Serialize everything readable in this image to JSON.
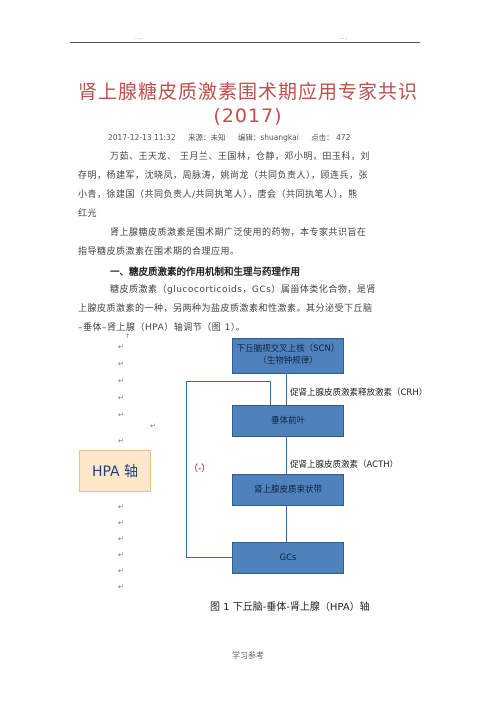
{
  "header": {
    "mark_left": ". ..",
    "mark_right": ".. ."
  },
  "doc": {
    "title_line1": "肾上腺糖皮质激素围术期应用专家共识",
    "title_line2": "(2017)",
    "meta": {
      "date": "2017-12-13 11:32",
      "source": "来源：未知",
      "editor": "编辑：shuangkai",
      "hits": "点击： 472"
    },
    "authors": [
      "万茹、王天龙、 王月兰、王国林，仓静，邓小明，田玉科，刘",
      "存明，杨建军，沈晓凤，周脉涛，姚尚龙（共同负责人），顾连兵，张",
      "小青，徐建国（共同负责人/共同执笔人），唐会（共同执笔人），熊",
      "红光"
    ],
    "intro": [
      "肾上腺糖皮质激素是围术期广泛使用的药物，本专家共识旨在",
      "指导糖皮质激素在围术期的合理应用。"
    ],
    "section1_heading": "一、糖皮质激素的作用机制和生理与药理作用",
    "section1_para": [
      "糖皮质激素（glucocorticoids，GCs）属甾体类化合物，是肾",
      "上腺皮质激素的一种，另两种为盐皮质激素和性激素。其分泌受下丘脑",
      "–垂体–肾上腺（HPA）轴调节（图 1）。"
    ],
    "return_mark": "↵",
    "small_mark": "↑"
  },
  "figure": {
    "box1_line1": "下丘脑视交叉上核（SCN）",
    "box1_line2": "（生物钟规律）",
    "box2": "垂体前叶",
    "box3": "肾上腺皮质束状带",
    "box4": "GCs",
    "arrow1_label": "促肾上腺皮质激素释放激素（CRH）",
    "arrow2_label": "促肾上腺皮质激素（ACTH）",
    "hpa_label": "HPA 轴",
    "feedback_label": "（-）",
    "caption": "图 1   下丘脑-垂体-肾上腺（HPA）轴"
  },
  "footer": "学习参考"
}
